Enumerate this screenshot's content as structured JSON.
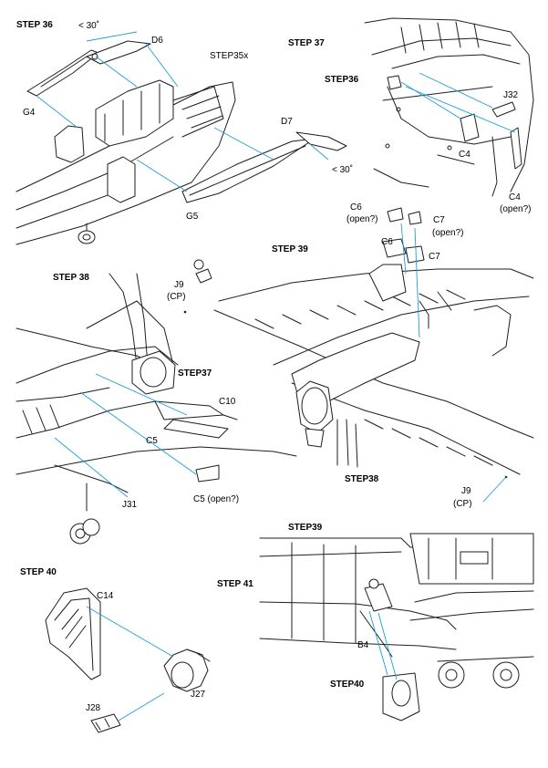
{
  "steps": {
    "s36": {
      "title": "STEP 36",
      "angle_top": "< 30˚",
      "angle_right": "< 30˚",
      "refs": {
        "prev": "STEP35x"
      },
      "parts": {
        "d6": "D6",
        "g4": "G4",
        "d7": "D7",
        "g5": "G5"
      }
    },
    "s37": {
      "title": "STEP 37",
      "refs": {
        "prev": "STEP36"
      },
      "parts": {
        "j32": "J32",
        "c4": "C4",
        "c4_open": "C4",
        "c4_open_note": "(open?)"
      }
    },
    "s38": {
      "title": "STEP 38",
      "refs": {
        "prev": "STEP37"
      },
      "parts": {
        "j9": "J9",
        "j9_note": "(CP)",
        "c10": "C10",
        "c5": "C5",
        "c5_open": "C5 (open?)",
        "j31": "J31"
      }
    },
    "s39": {
      "title": "STEP 39",
      "refs": {
        "prev": "STEP38"
      },
      "parts": {
        "c6_open": "C6",
        "c6_open_note": "(open?)",
        "c7_open": "C7",
        "c7_open_note": "(open?)",
        "c6": "C6",
        "c7": "C7",
        "j9": "J9",
        "j9_note": "(CP)"
      }
    },
    "s40": {
      "title": "STEP 40",
      "parts": {
        "c14": "C14",
        "j27": "J27",
        "j28": "J28"
      }
    },
    "s41": {
      "title": "STEP 41",
      "refs": {
        "prev": "STEP39",
        "prev2": "STEP40"
      },
      "parts": {
        "b4": "B4"
      }
    }
  },
  "colors": {
    "line": "#1e1e1e",
    "leader": "#1e9fd6",
    "background": "#ffffff"
  }
}
